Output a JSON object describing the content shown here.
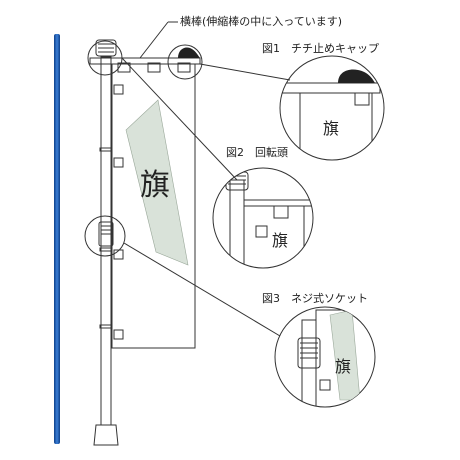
{
  "labels": {
    "crossbar": "横棒(伸縮棒の中に入っています)",
    "fig1": "図1　チチ止めキャップ",
    "fig2": "図2　回転頭",
    "fig3": "図3　ネジ式ソケット"
  },
  "flag_text": {
    "main": "旗",
    "fig1": "旗",
    "fig2": "旗",
    "fig3": "旗"
  },
  "colors": {
    "pole_blue": "#1f5bb0",
    "line": "#333333",
    "glass": "#d9e2d9"
  }
}
